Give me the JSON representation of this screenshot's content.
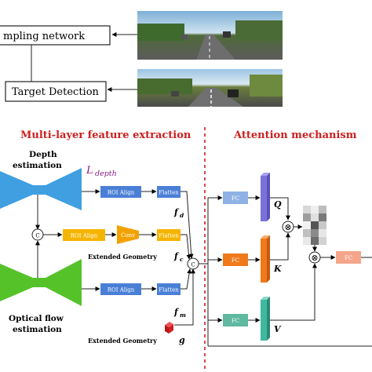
{
  "top": {
    "sampling_network_label": "mpling network",
    "target_detection_label": "Target Detection"
  },
  "sections": {
    "feature_extraction_title": "Multi-layer feature extraction",
    "attention_title": "Attention mechanism"
  },
  "left": {
    "depth_estimation_line1": "Depth",
    "depth_estimation_line2": "estimation",
    "depth_loss_symbol": "L",
    "depth_loss_sub": "depth",
    "optical_flow_line1": "Optical flow",
    "optical_flow_line2": "estimation",
    "concat_symbol": "C"
  },
  "blocks": {
    "roi_align_1": "ROI Align",
    "flatten_1": "Flatten",
    "roi_align_2": "ROI Align",
    "conv": "Conv",
    "flatten_2": "Flatten",
    "roi_align_3": "ROI Align",
    "flatten_3": "Flatten",
    "extended_geometry_1": "Extended Geometry",
    "extended_geometry_2": "Extended Geometry"
  },
  "features": {
    "fd": "f",
    "fd_sub": "d",
    "fc": "f",
    "fc_sub": "c",
    "fm": "f",
    "fm_sub": "m",
    "g": "g"
  },
  "attention": {
    "fc_1": "FC",
    "fc_2": "FC",
    "fc_3": "FC",
    "fc_4": "FC",
    "q": "Q",
    "k": "K",
    "v": "V",
    "concat_symbol": "C",
    "multiply_symbol": "⊗"
  },
  "colors": {
    "roi_blue": "#4a7fd6",
    "flatten_blue": "#4a7fd6",
    "conv_orange": "#f2a200",
    "roi_orange": "#f5b400",
    "depth_net": "#3f9fe0",
    "flow_net": "#55c22a",
    "fc_light_blue": "#8fb2e6",
    "fc_orange": "#f07a1a",
    "fc_green": "#5fb8a0",
    "q_bar": "#7a72d8",
    "k_bar": "#f07a1a",
    "v_bar": "#40b8a0",
    "fc_out": "#f5a58a",
    "title_red": "#cc1f1f",
    "dashed_red": "#cc1f1f",
    "loss_purple": "#8a1a8a",
    "geometry_red": "#d42020"
  }
}
